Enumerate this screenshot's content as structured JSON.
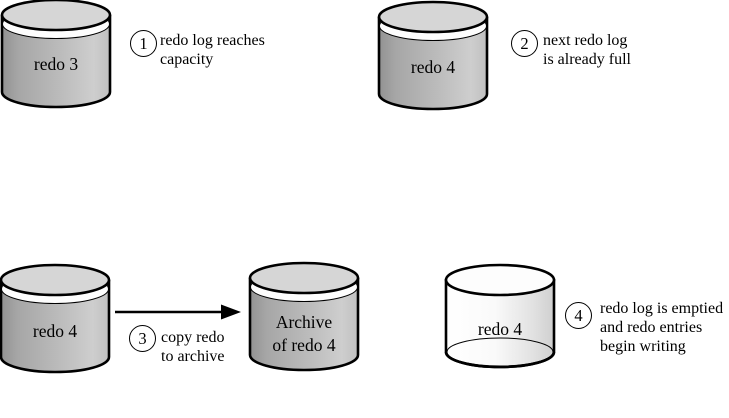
{
  "cylinders": [
    {
      "id": "redo3",
      "label": "redo 3",
      "state": "full"
    },
    {
      "id": "redo4-full",
      "label": "redo 4",
      "state": "full"
    },
    {
      "id": "redo4-copy",
      "label": "redo 4",
      "state": "full"
    },
    {
      "id": "archive",
      "label_lines": [
        "Archive",
        "of redo 4"
      ],
      "state": "full"
    },
    {
      "id": "redo4-empty",
      "label": "redo 4",
      "state": "empty"
    }
  ],
  "steps": [
    {
      "number": "1",
      "lines": [
        "redo log reaches",
        "capacity"
      ]
    },
    {
      "number": "2",
      "lines": [
        "next redo log",
        "is already full"
      ]
    },
    {
      "number": "3",
      "lines": [
        "copy redo",
        "to archive"
      ]
    },
    {
      "number": "4",
      "lines": [
        "redo log is emptied",
        "and redo entries",
        "begin writing"
      ]
    }
  ],
  "arrow": {
    "from": "redo 4",
    "to": "Archive of redo 4"
  },
  "colors": {
    "outline": "#000000",
    "full_body_dark": "#929292",
    "full_body_light": "#cecece",
    "full_top": "#d6d6d6",
    "rim": "#fdfdfd",
    "empty_body_light": "#ffffff",
    "empty_body_shade": "#cfcfcf",
    "background": "#ffffff"
  }
}
